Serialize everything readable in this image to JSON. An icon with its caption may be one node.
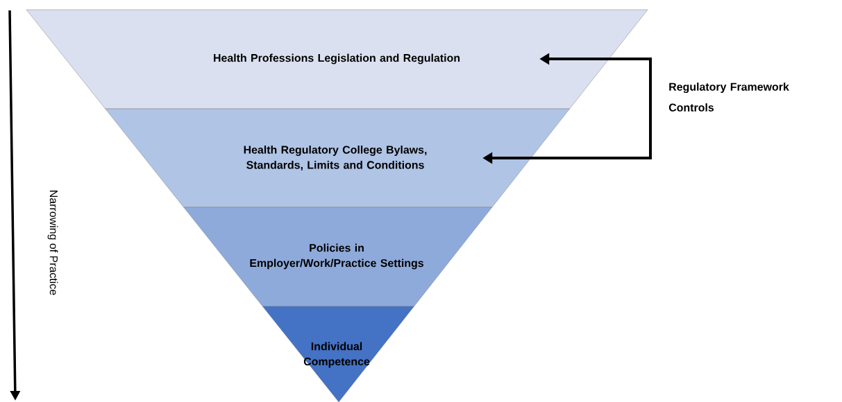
{
  "diagram": {
    "nodes": [
      {
        "text": [
          "Health Professions Legislation and Regulation"
        ]
      },
      {
        "text": [
          "Health Regulatory College Bylaws, Standards, Limits and Conditions"
        ]
      },
      {
        "text": [
          "Policies in Employer/Work/Practice Settings"
        ]
      },
      {
        "text": [
          "Individual Competence"
        ]
      },
      {
        "text": [
          "Regulatory Framework Controls"
        ]
      }
    ],
    "edges": [
      {
        "from": 4,
        "to": 0,
        "arrow": "to"
      },
      {
        "from": 4,
        "to": 1,
        "arrow": "to"
      }
    ],
    "labels": [
      "Narrowing of Practice"
    ]
  }
}
